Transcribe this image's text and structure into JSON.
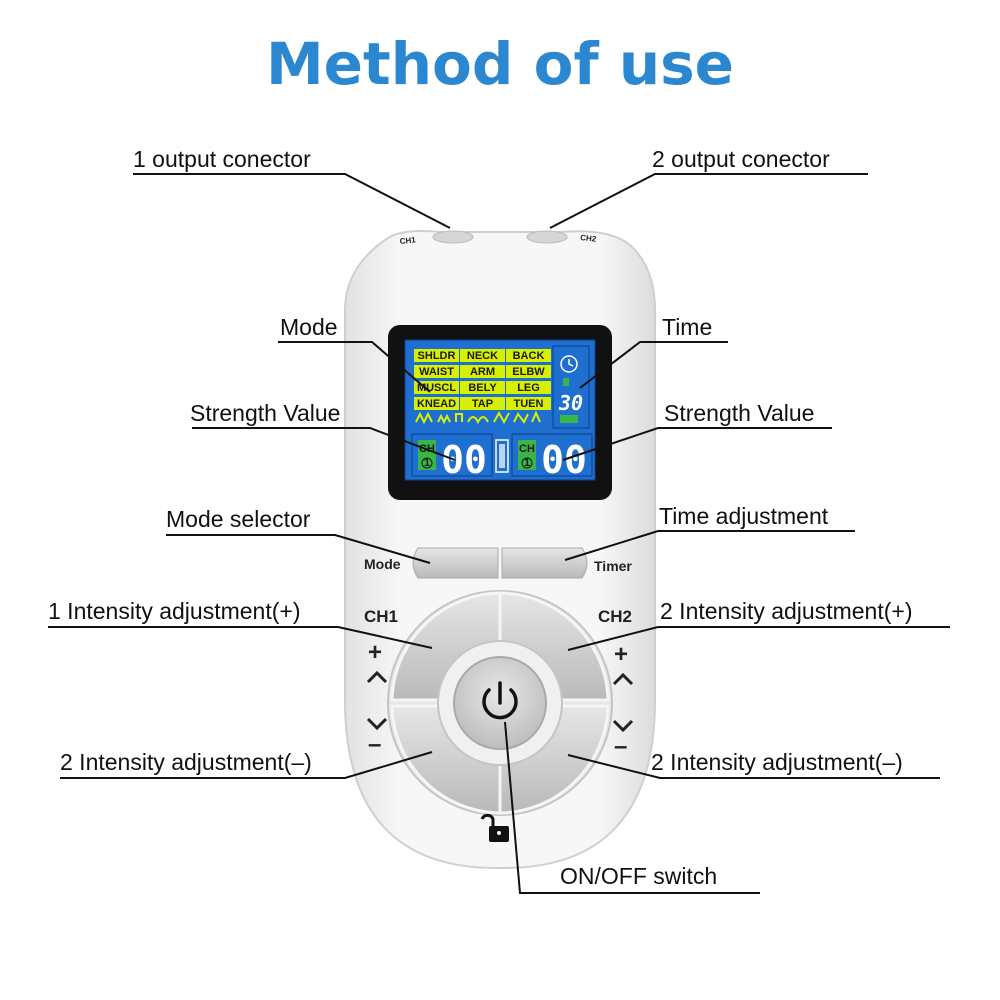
{
  "title": "Method of use",
  "labels": {
    "out1": "1 output conector",
    "out2": "2 output conector",
    "mode": "Mode",
    "time": "Time",
    "strength_left": "Strength Value",
    "strength_right": "Strength Value",
    "mode_selector": "Mode selector",
    "time_adjust": "Time adjustment",
    "int1_plus": "1 Intensity adjustment(+)",
    "int2_plus": "2 Intensity adjustment(+)",
    "int2_minus_left": "2 Intensity adjustment(–)",
    "int2_minus_right": "2 Intensity adjustment(–)",
    "onoff": "ON/OFF switch"
  },
  "device": {
    "ch1_port": "CH1",
    "ch2_port": "CH2",
    "mode_button": "Mode",
    "timer_button": "Timer",
    "ch1_label": "CH1",
    "ch2_label": "CH2",
    "plus": "+",
    "minus": "–",
    "lcd": {
      "modes": [
        "SHLDR",
        "NECK",
        "BACK",
        "WAIST",
        "ARM",
        "ELBW",
        "MUSCL",
        "BELY",
        "LEG",
        "KNEAD",
        "TAP",
        "TUEN"
      ],
      "time_value": "30",
      "ch1_value": "00",
      "ch2_value": "00",
      "ch_tag": "CH",
      "ch1_num": "1",
      "ch2_num": "1"
    }
  },
  "colors": {
    "title": "#2b88d0",
    "lcd_background": "#1e6fd0",
    "lcd_mode_fill": "#d6f000",
    "lcd_indicator": "#3ab54a",
    "body": "#f2f2f2",
    "button": "#c9c9c9"
  },
  "icons": [
    "power-icon",
    "unlock-icon",
    "clock-icon",
    "battery-icon"
  ]
}
